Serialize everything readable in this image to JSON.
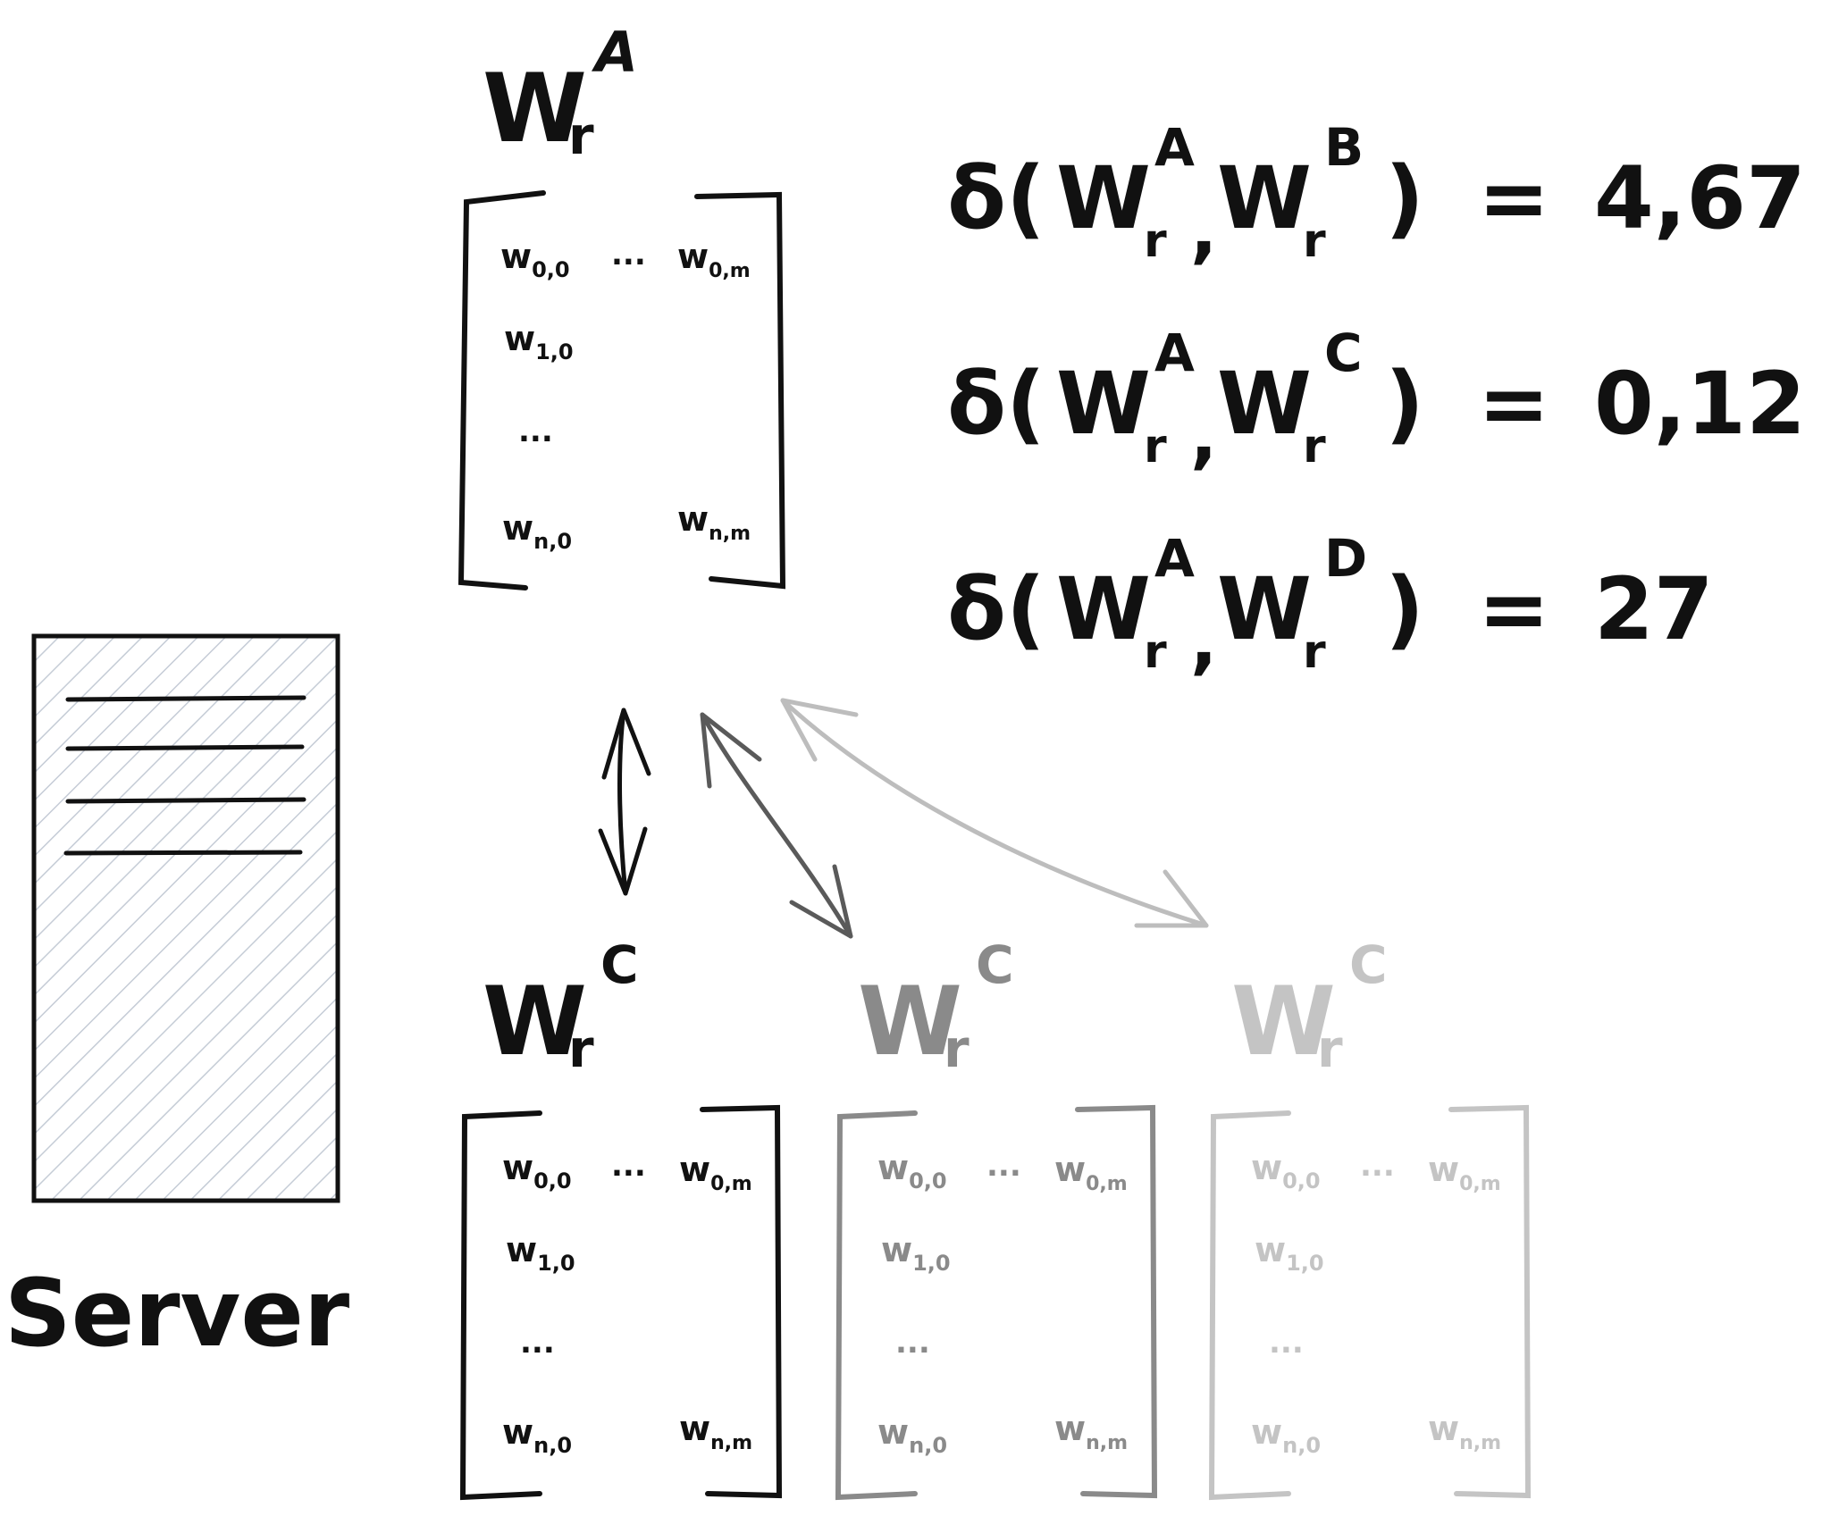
{
  "server": {
    "label": "Server",
    "fill_color": "#c5ccd6",
    "border_color": "#111111"
  },
  "top_matrix": {
    "symbol": "W",
    "subscript": "r",
    "superscript": "A",
    "cells": {
      "top_left": "w",
      "top_left_sub": "0,0",
      "top_dots": "...",
      "top_right": "w",
      "top_right_sub": "0,m",
      "second_left": "w",
      "second_left_sub": "1,0",
      "mid_dots": "...",
      "bottom_left": "w",
      "bottom_left_sub": "n,0",
      "bottom_right": "w",
      "bottom_right_sub": "n,m"
    }
  },
  "distances": [
    {
      "prefix": "δ(",
      "w1": "W",
      "w1_sub": "r",
      "w1_sup": "A",
      "comma": ",",
      "w2": "W",
      "w2_sub": "r",
      "w2_sup": "B",
      "suffix": ")",
      "equals": "=",
      "value": "4,67"
    },
    {
      "prefix": "δ(",
      "w1": "W",
      "w1_sub": "r",
      "w1_sup": "A",
      "comma": ",",
      "w2": "W",
      "w2_sub": "r",
      "w2_sup": "C",
      "suffix": ")",
      "equals": "=",
      "value": "0,12"
    },
    {
      "prefix": "δ(",
      "w1": "W",
      "w1_sub": "r",
      "w1_sup": "A",
      "comma": ",",
      "w2": "W",
      "w2_sub": "r",
      "w2_sup": "D",
      "suffix": ")",
      "equals": "=",
      "value": "27"
    }
  ],
  "bottom_matrices": [
    {
      "symbol": "W",
      "subscript": "r",
      "superscript": "C",
      "color": "#111111",
      "cells": {
        "top_left": "w",
        "top_left_sub": "0,0",
        "top_dots": "...",
        "top_right": "w",
        "top_right_sub": "0,m",
        "second_left": "w",
        "second_left_sub": "1,0",
        "mid_dots": "...",
        "bottom_left": "w",
        "bottom_left_sub": "n,0",
        "bottom_right": "w",
        "bottom_right_sub": "n,m"
      }
    },
    {
      "symbol": "W",
      "subscript": "r",
      "superscript": "C",
      "color": "#8a8a8a",
      "cells": {
        "top_left": "w",
        "top_left_sub": "0,0",
        "top_dots": "...",
        "top_right": "w",
        "top_right_sub": "0,m",
        "second_left": "w",
        "second_left_sub": "1,0",
        "mid_dots": "...",
        "bottom_left": "w",
        "bottom_left_sub": "n,0",
        "bottom_right": "w",
        "bottom_right_sub": "n,m"
      }
    },
    {
      "symbol": "W",
      "subscript": "r",
      "superscript": "C",
      "color": "#c4c4c4",
      "cells": {
        "top_left": "w",
        "top_left_sub": "0,0",
        "top_dots": "...",
        "top_right": "w",
        "top_right_sub": "0,m",
        "second_left": "w",
        "second_left_sub": "1,0",
        "mid_dots": "...",
        "bottom_left": "w",
        "bottom_left_sub": "n,0",
        "bottom_right": "w",
        "bottom_right_sub": "n,m"
      }
    }
  ],
  "arrow_colors": [
    "#111111",
    "#5a5a5a",
    "#bdbdbd"
  ]
}
